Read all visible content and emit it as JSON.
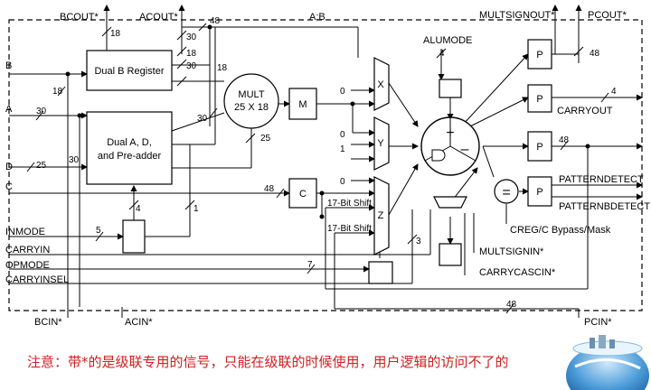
{
  "diagram": {
    "ports": {
      "bcout": "BCOUT*",
      "acout": "ACOUT*",
      "multsignout": "MULTSIGNOUT*",
      "pcout": "PCOUT*",
      "b": "B",
      "a": "A",
      "d": "D",
      "c": "C",
      "inmode": "INMODE",
      "carryin": "CARRYIN",
      "opmode": "OPMODE",
      "carryinsel": "CARRYINSEL",
      "bcin": "BCIN*",
      "acin": "ACIN*",
      "pcin": "PCIN*",
      "alumode": "ALUMODE",
      "carryout": "CARRYOUT",
      "patterndetect": "PATTERNDETECT",
      "patternbdetect": "PATTERNBDETECT",
      "multsignin": "MULTSIGNIN*",
      "carrycascin": "CARRYCASCIN*",
      "creg": "CREG/C Bypass/Mask",
      "ab": "A:B"
    },
    "blocks": {
      "dual_b": "Dual B Register",
      "dual_ad_1": "Dual A, D,",
      "dual_ad_2": "and Pre-adder",
      "mult_1": "MULT",
      "mult_2": "25 X 18",
      "m": "M",
      "c": "C",
      "p": "P",
      "mux_x": "X",
      "mux_y": "Y",
      "mux_z": "Z",
      "plus": "+",
      "minus": "–",
      "equals": "=",
      "shift17": "17-Bit Shift"
    },
    "bus_widths": {
      "w18": "18",
      "w30": "30",
      "w48": "48",
      "w4": "4",
      "w25": "25",
      "w1": "1",
      "w5": "5",
      "w7": "7",
      "w3": "3",
      "w0": "0"
    }
  },
  "note": {
    "text": "注意：带*的是级联专用的信号，只能在级联的时候使用，用户逻辑的访问不了的"
  }
}
